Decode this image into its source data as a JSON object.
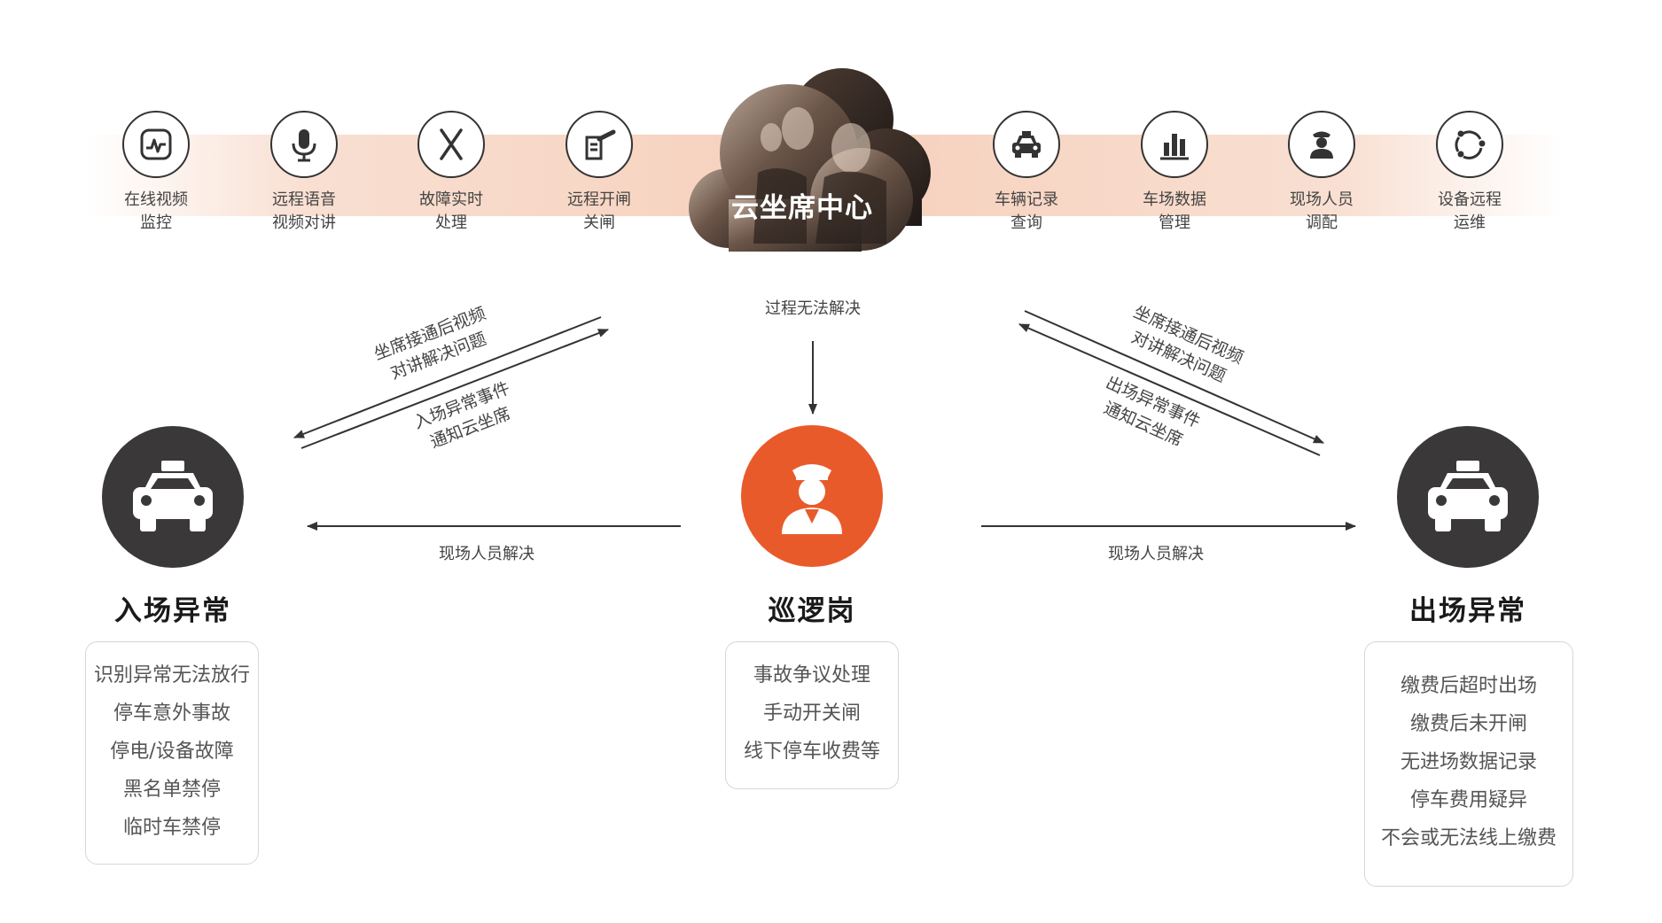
{
  "features": [
    {
      "label": "在线视频\n监控",
      "icon": "video-monitor-icon"
    },
    {
      "label": "远程语音\n视频对讲",
      "icon": "microphone-icon"
    },
    {
      "label": "故障实时\n处理",
      "icon": "fault-x-icon"
    },
    {
      "label": "远程开闸\n关闸",
      "icon": "barrier-gate-icon"
    },
    {
      "label": "车辆记录\n查询",
      "icon": "car-record-icon"
    },
    {
      "label": "车场数据\n管理",
      "icon": "bar-chart-icon"
    },
    {
      "label": "现场人员\n调配",
      "icon": "staff-icon"
    },
    {
      "label": "设备远程\n运维",
      "icon": "remote-maintenance-icon"
    }
  ],
  "cloud": {
    "title": "云坐席中心"
  },
  "nodes": {
    "entry": {
      "title": "入场异常",
      "items": [
        "识别异常无法放行",
        "停车意外事故",
        "停电/设备故障",
        "黑名单禁停",
        "临时车禁停"
      ]
    },
    "patrol": {
      "title": "巡逻岗",
      "items": [
        "事故争议处理",
        "手动开关闸",
        "线下停车收费等"
      ]
    },
    "exit": {
      "title": "出场异常",
      "items": [
        "缴费后超时出场",
        "缴费后未开闸",
        "无进场数据记录",
        "停车费用疑异",
        "不会或无法线上缴费"
      ]
    }
  },
  "arrows": {
    "center_down": "过程无法解决",
    "left_upper": "坐席接通后视频\n对讲解决问题",
    "left_lower": "入场异常事件\n通知云坐席",
    "right_upper": "坐席接通后视频\n对讲解决问题",
    "right_lower": "出场异常事件\n通知云坐席",
    "left_horizontal": "现场人员解决",
    "right_horizontal": "现场人员解决"
  },
  "colors": {
    "accent": "#E95A2B",
    "dark": "#3A3838",
    "band": "#F6D0BC",
    "line": "#333333"
  }
}
